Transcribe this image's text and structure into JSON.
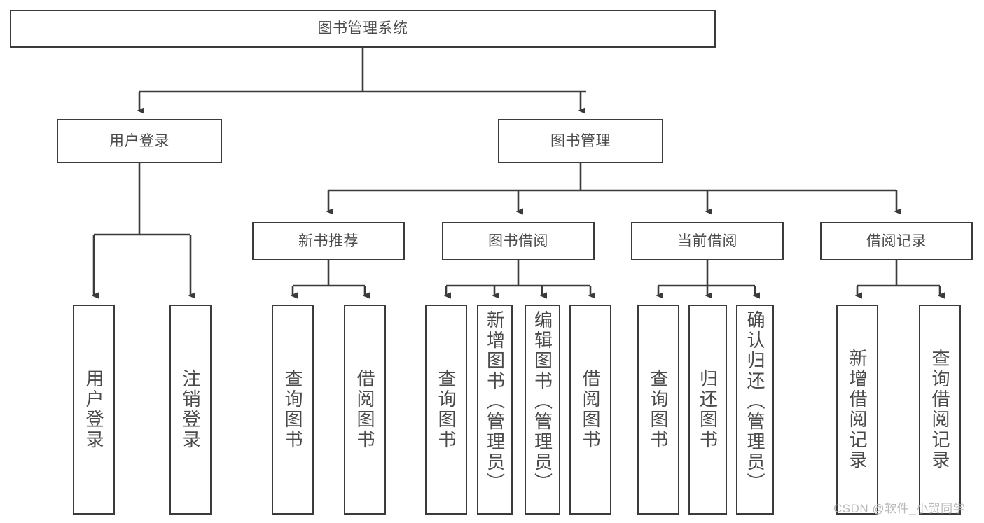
{
  "diagram": {
    "title": "图书管理系统",
    "type": "tree-hierarchy",
    "orientation": "top-down",
    "colors": {
      "box_border": "#3b3b3b",
      "box_fill": "#ffffff",
      "connector": "#3b3b3b",
      "text": "#4a4a4a",
      "background": "#ffffff",
      "watermark": "#b9b9b9"
    },
    "watermark": "CSDN @软件_小贺同学"
  },
  "nodes": {
    "root": {
      "label": "图书管理系统",
      "level": 0
    },
    "level1": [
      {
        "id": "user-login",
        "label": "用户登录"
      },
      {
        "id": "book-management",
        "label": "图书管理"
      }
    ],
    "level2": [
      {
        "id": "new-book-recommend",
        "label": "新书推荐"
      },
      {
        "id": "book-borrow",
        "label": "图书借阅"
      },
      {
        "id": "current-borrow",
        "label": "当前借阅"
      },
      {
        "id": "borrow-record",
        "label": "借阅记录"
      }
    ],
    "leaves": {
      "user-login": [
        {
          "id": "leaf-user-login",
          "label": "用户登录"
        },
        {
          "id": "leaf-logout-login",
          "label": "注销登录"
        }
      ],
      "new-book-recommend": [
        {
          "id": "leaf-query-book-1",
          "label": "查询图书"
        },
        {
          "id": "leaf-borrow-book-1",
          "label": "借阅图书"
        }
      ],
      "book-borrow": [
        {
          "id": "leaf-query-book-2",
          "label": "查询图书"
        },
        {
          "id": "leaf-add-book",
          "label": "新增图书（管理员）"
        },
        {
          "id": "leaf-edit-book",
          "label": "编辑图书（管理员）"
        },
        {
          "id": "leaf-borrow-book-2",
          "label": "借阅图书"
        }
      ],
      "current-borrow": [
        {
          "id": "leaf-query-book-3",
          "label": "查询图书"
        },
        {
          "id": "leaf-return-book",
          "label": "归还图书"
        },
        {
          "id": "leaf-confirm-return",
          "label": "确认归还（管理员）"
        }
      ],
      "borrow-record": [
        {
          "id": "leaf-add-record",
          "label": "新增借阅记录"
        },
        {
          "id": "leaf-query-record",
          "label": "查询借阅记录"
        }
      ]
    }
  }
}
